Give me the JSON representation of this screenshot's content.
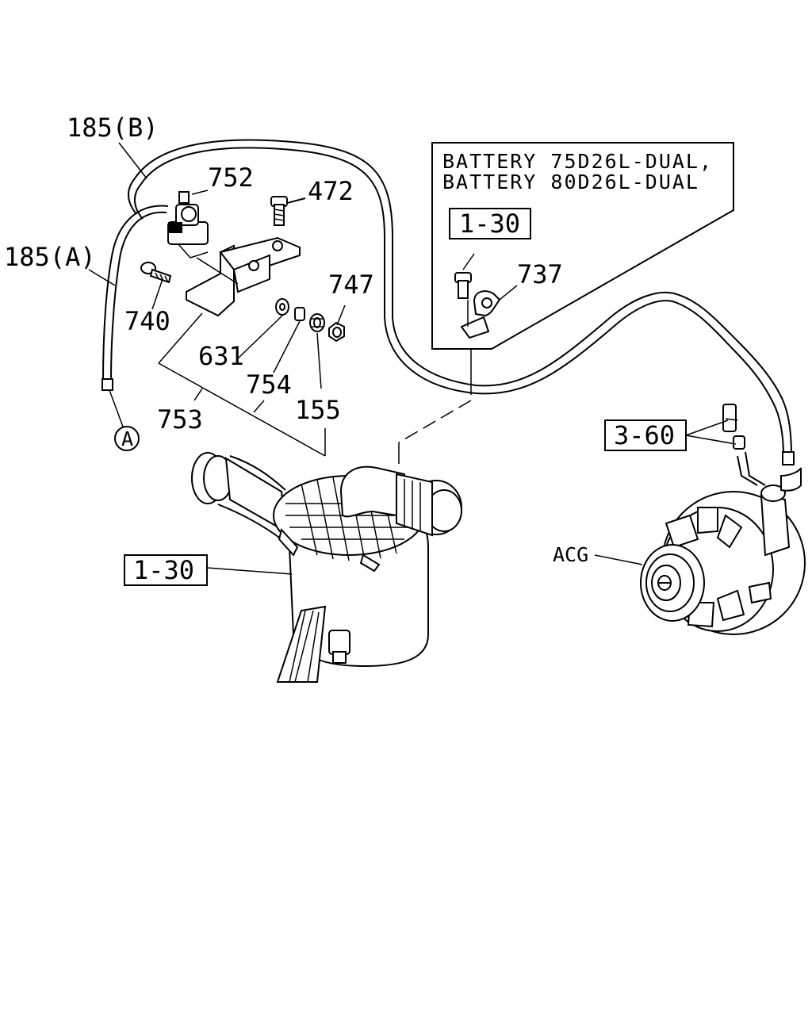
{
  "callouts": {
    "c185b": "185(B)",
    "c185a": "185(A)",
    "c752": "752",
    "c472": "472",
    "c740": "740",
    "c747": "747",
    "c631": "631",
    "c754": "754",
    "c753": "753",
    "c155": "155",
    "c737": "737",
    "circle_a": "A",
    "acg": "ACG"
  },
  "refs": {
    "ref_box_1_30_top": "1-30",
    "ref_box_1_30_left": "1-30",
    "ref_box_3_60": "3-60"
  },
  "note": {
    "line1": "BATTERY 75D26L-DUAL,",
    "line2": "BATTERY 80D26L-DUAL"
  }
}
